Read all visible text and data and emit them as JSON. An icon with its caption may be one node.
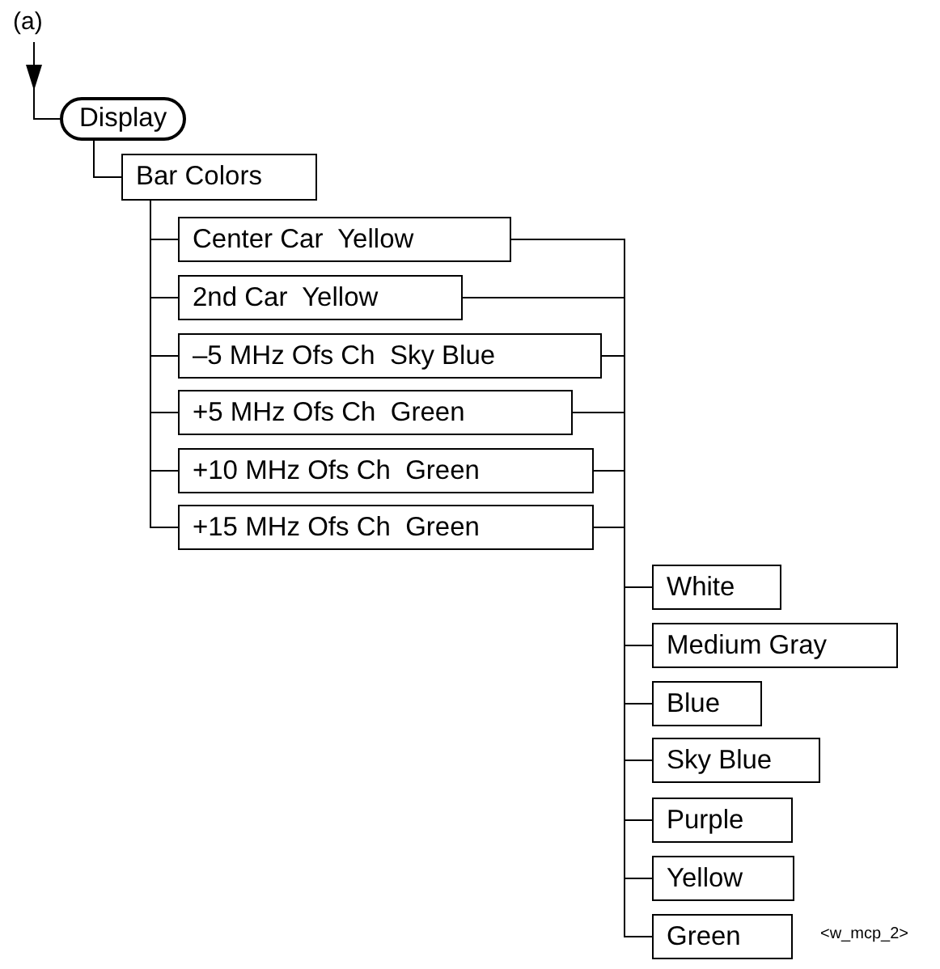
{
  "diagram": {
    "nodes": [
      {
        "text": [
          "(a)"
        ]
      },
      {
        "text": [
          "Display"
        ]
      },
      {
        "text": [
          "Bar Colors"
        ]
      },
      {
        "text": [
          "Center Car  Yellow"
        ]
      },
      {
        "text": [
          "2nd Car  Yellow"
        ]
      },
      {
        "text": [
          "–5 MHz Ofs Ch  Sky Blue"
        ]
      },
      {
        "text": [
          "+5 MHz Ofs Ch  Green"
        ]
      },
      {
        "text": [
          "+10 MHz Ofs Ch  Green"
        ]
      },
      {
        "text": [
          "+15 MHz Ofs Ch  Green"
        ]
      },
      {
        "text": [
          "White"
        ]
      },
      {
        "text": [
          "Medium Gray"
        ]
      },
      {
        "text": [
          "Blue"
        ]
      },
      {
        "text": [
          "Sky Blue"
        ]
      },
      {
        "text": [
          "Purple"
        ]
      },
      {
        "text": [
          "Yellow"
        ]
      },
      {
        "text": [
          "Green"
        ]
      }
    ],
    "edges": [
      {
        "from": 0,
        "to": 1,
        "arrow": "to"
      },
      {
        "from": 1,
        "to": 2,
        "arrow": "none"
      },
      {
        "from": 2,
        "to": 3,
        "arrow": "none"
      },
      {
        "from": 2,
        "to": 4,
        "arrow": "none"
      },
      {
        "from": 2,
        "to": 5,
        "arrow": "none"
      },
      {
        "from": 2,
        "to": 6,
        "arrow": "none"
      },
      {
        "from": 2,
        "to": 7,
        "arrow": "none"
      },
      {
        "from": 2,
        "to": 8,
        "arrow": "none"
      },
      {
        "from": 3,
        "to": 9,
        "arrow": "none"
      },
      {
        "from": 3,
        "to": 10,
        "arrow": "none"
      },
      {
        "from": 3,
        "to": 11,
        "arrow": "none"
      },
      {
        "from": 3,
        "to": 12,
        "arrow": "none"
      },
      {
        "from": 3,
        "to": 13,
        "arrow": "none"
      },
      {
        "from": 3,
        "to": 14,
        "arrow": "none"
      },
      {
        "from": 3,
        "to": 15,
        "arrow": "none"
      },
      {
        "from": 4,
        "to": 9,
        "arrow": "none"
      },
      {
        "from": 4,
        "to": 10,
        "arrow": "none"
      },
      {
        "from": 4,
        "to": 11,
        "arrow": "none"
      },
      {
        "from": 4,
        "to": 12,
        "arrow": "none"
      },
      {
        "from": 4,
        "to": 13,
        "arrow": "none"
      },
      {
        "from": 4,
        "to": 14,
        "arrow": "none"
      },
      {
        "from": 4,
        "to": 15,
        "arrow": "none"
      },
      {
        "from": 5,
        "to": 9,
        "arrow": "none"
      },
      {
        "from": 5,
        "to": 10,
        "arrow": "none"
      },
      {
        "from": 5,
        "to": 11,
        "arrow": "none"
      },
      {
        "from": 5,
        "to": 12,
        "arrow": "none"
      },
      {
        "from": 5,
        "to": 13,
        "arrow": "none"
      },
      {
        "from": 5,
        "to": 14,
        "arrow": "none"
      },
      {
        "from": 5,
        "to": 15,
        "arrow": "none"
      },
      {
        "from": 6,
        "to": 9,
        "arrow": "none"
      },
      {
        "from": 6,
        "to": 10,
        "arrow": "none"
      },
      {
        "from": 6,
        "to": 11,
        "arrow": "none"
      },
      {
        "from": 6,
        "to": 12,
        "arrow": "none"
      },
      {
        "from": 6,
        "to": 13,
        "arrow": "none"
      },
      {
        "from": 6,
        "to": 14,
        "arrow": "none"
      },
      {
        "from": 6,
        "to": 15,
        "arrow": "none"
      },
      {
        "from": 7,
        "to": 9,
        "arrow": "none"
      },
      {
        "from": 7,
        "to": 10,
        "arrow": "none"
      },
      {
        "from": 7,
        "to": 11,
        "arrow": "none"
      },
      {
        "from": 7,
        "to": 12,
        "arrow": "none"
      },
      {
        "from": 7,
        "to": 13,
        "arrow": "none"
      },
      {
        "from": 7,
        "to": 14,
        "arrow": "none"
      },
      {
        "from": 7,
        "to": 15,
        "arrow": "none"
      },
      {
        "from": 8,
        "to": 9,
        "arrow": "none"
      },
      {
        "from": 8,
        "to": 10,
        "arrow": "none"
      },
      {
        "from": 8,
        "to": 11,
        "arrow": "none"
      },
      {
        "from": 8,
        "to": 12,
        "arrow": "none"
      },
      {
        "from": 8,
        "to": 13,
        "arrow": "none"
      },
      {
        "from": 8,
        "to": 14,
        "arrow": "none"
      },
      {
        "from": 8,
        "to": 15,
        "arrow": "none"
      }
    ],
    "labels": [
      "<w_mcp_2>"
    ]
  }
}
